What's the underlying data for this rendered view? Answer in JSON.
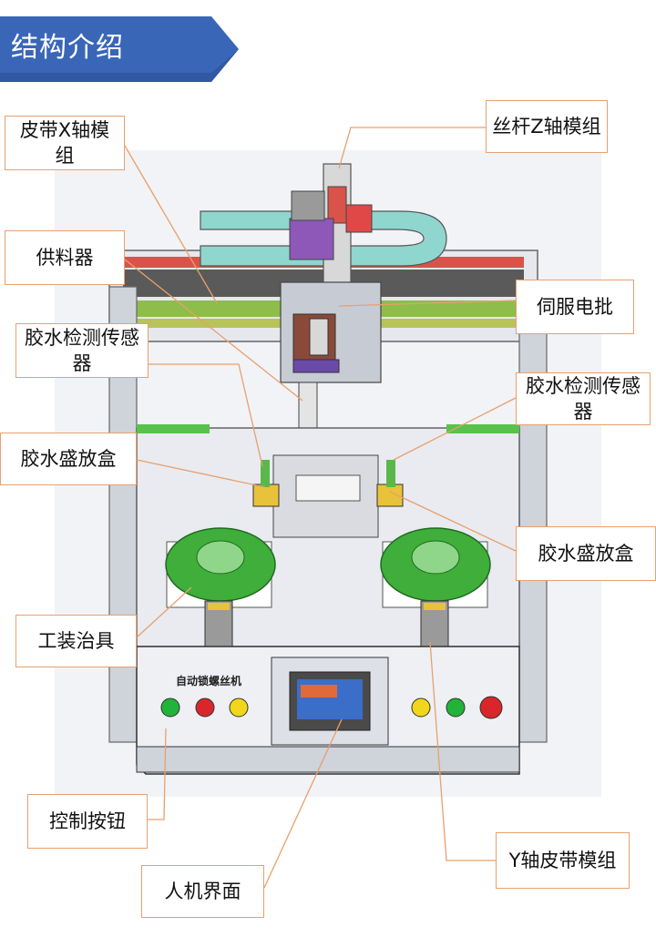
{
  "banner": {
    "title": "结构介绍"
  },
  "panel": {
    "machine_name": "自动锁螺丝机"
  },
  "labels": {
    "belt_x": "皮带X轴模组",
    "screw_z": "丝杆Z轴模组",
    "feeder": "供料器",
    "servo": "伺服电批",
    "sensor_left": "胶水检测传感器",
    "sensor_right": "胶水检测传感器",
    "glue_box_left": "胶水盛放盒",
    "glue_box_right": "胶水盛放盒",
    "fixture": "工装治具",
    "control_buttons": "控制按钮",
    "y_belt": "Y轴皮带模组",
    "hmi": "人机界面"
  },
  "colors": {
    "banner": "#3a66b8",
    "leader_line": "#e8a06e",
    "machine_frame": "#d4d8e0",
    "cable_chain": "#8fd6cf",
    "green_accent": "#58c24a",
    "jig_green": "#3fae3a",
    "button_green": "#22b33a",
    "button_red": "#d8262a",
    "button_yellow": "#f2d61a"
  }
}
